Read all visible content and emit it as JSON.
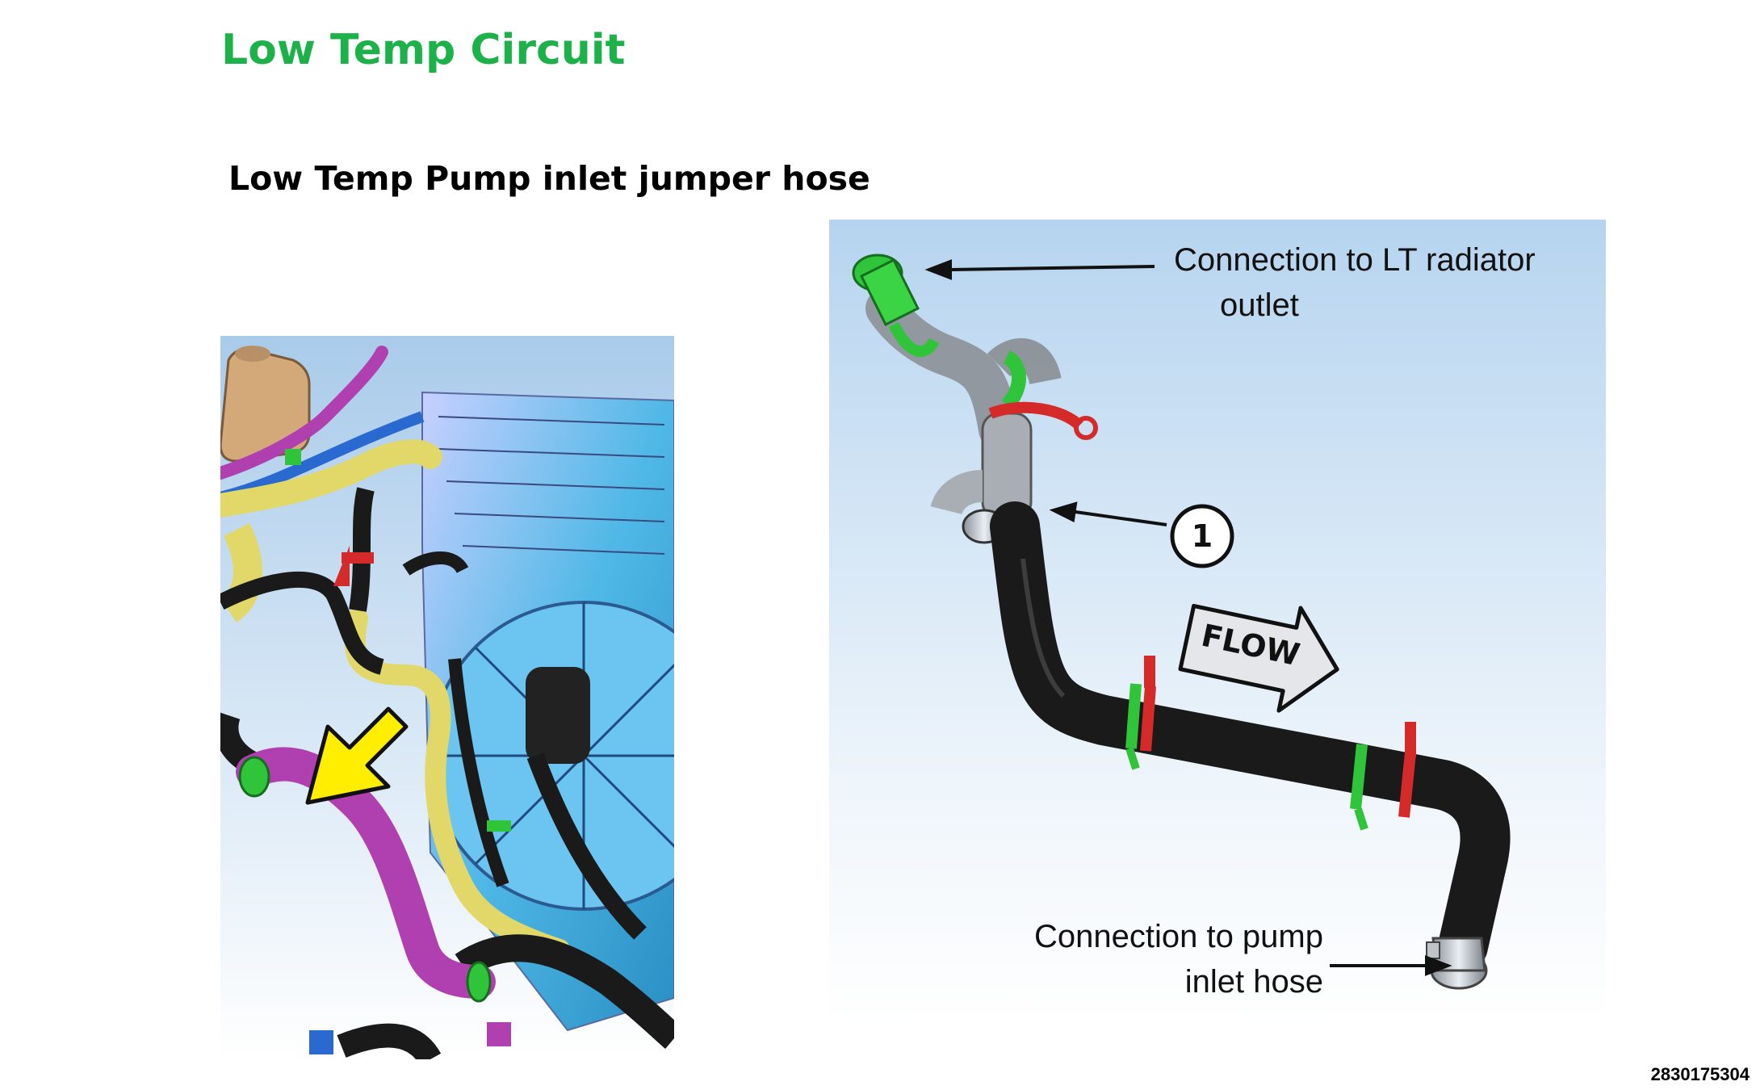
{
  "title": "Low Temp Circuit",
  "subtitle": "Low Temp Pump inlet jumper hose",
  "callouts": {
    "radiator_outlet_line1": "Connection to LT radiator",
    "radiator_outlet_line2": "outlet",
    "pump_inlet_line1": "Connection to pump",
    "pump_inlet_line2": "inlet hose"
  },
  "reference_number": "1",
  "flow_label": "FLOW",
  "document_id": "2830175304",
  "colors": {
    "title_green": "#1db14a",
    "hose_black": "#1a1a1a",
    "clamp_green": "#2fc43a",
    "clamp_red": "#d42a2a",
    "background_blue": "#bcd8ee",
    "arrow_yellow": "#ffee00",
    "hose_yellow": "#e2d86a",
    "hose_magenta": "#b040b0"
  }
}
